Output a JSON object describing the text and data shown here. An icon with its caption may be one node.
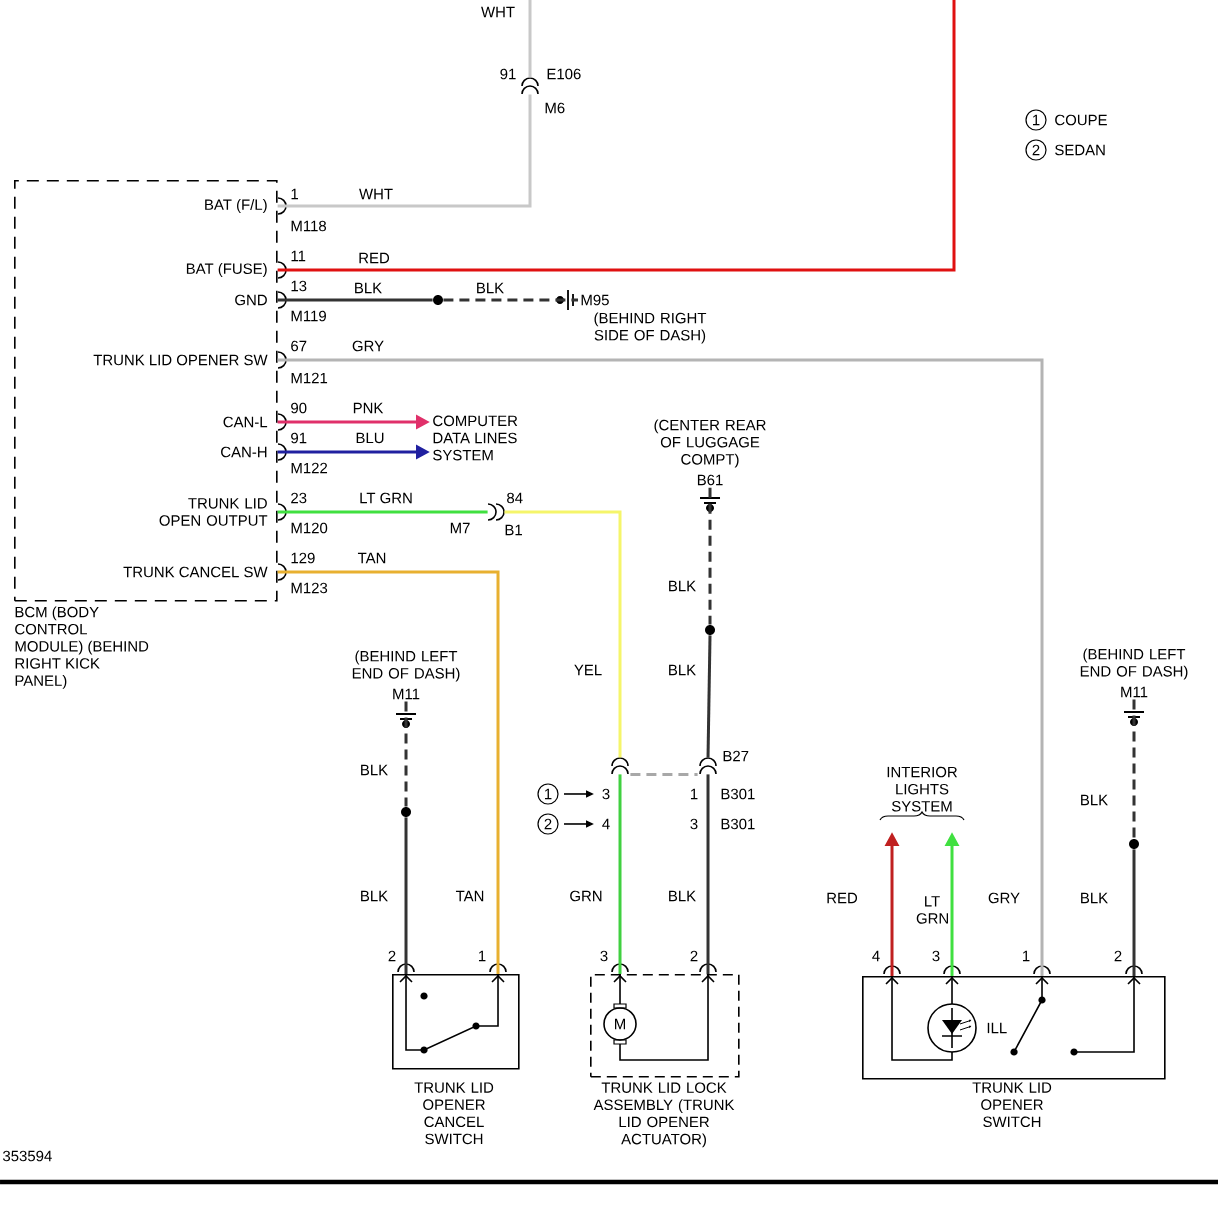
{
  "diagram": {
    "nodes": [
      {
        "text": [
          "BCM (BODY CONTROL MODULE) (BEHIND RIGHT KICK PANEL)",
          "BAT (F/L)",
          "BAT (FUSE)",
          "GND",
          "TRUNK LID OPENER SW",
          "CAN-L",
          "CAN-H",
          "TRUNK LID OPEN OUTPUT",
          "TRUNK CANCEL SW"
        ]
      },
      {
        "text": [
          "TRUNK LID OPENER CANCEL SWITCH"
        ]
      },
      {
        "text": [
          "TRUNK LID LOCK ASSEMBLY (TRUNK LID OPENER ACTUATOR)"
        ]
      },
      {
        "text": [
          "TRUNK LID OPENER SWITCH"
        ]
      },
      {
        "text": [
          "M95",
          "(BEHIND RIGHT SIDE OF DASH)"
        ]
      },
      {
        "text": [
          "(CENTER REAR OF LUGGAGE COMPT)",
          "B61"
        ]
      },
      {
        "text": [
          "(BEHIND LEFT END OF DASH)",
          "M11"
        ]
      },
      {
        "text": [
          "(BEHIND LEFT END OF DASH)",
          "M11"
        ]
      },
      {
        "text": [
          "COMPUTER DATA LINES SYSTEM"
        ]
      },
      {
        "text": [
          "INTERIOR LIGHTS SYSTEM"
        ]
      },
      {
        "text": [],
        "shape": "circle"
      },
      {
        "text": [],
        "shape": "circle"
      },
      {
        "text": [],
        "shape": "circle"
      },
      {
        "text": [],
        "shape": "circle"
      },
      {
        "text": [],
        "shape": "connector"
      },
      {
        "text": [],
        "shape": "connector"
      },
      {
        "text": [],
        "shape": "connector"
      },
      {
        "text": [],
        "shape": "connector"
      }
    ],
    "edges": [
      {
        "from": null,
        "to": 14,
        "arrow": "none",
        "label": "WHT",
        "color": "#c8c8c8"
      },
      {
        "from": 14,
        "to": 0,
        "arrow": "none",
        "label": "WHT",
        "color": "#c8c8c8"
      },
      {
        "from": 0,
        "to": null,
        "arrow": "none",
        "label": "RED",
        "color": "#e01010"
      },
      {
        "from": 0,
        "to": 10,
        "arrow": "none",
        "label": "BLK"
      },
      {
        "from": 10,
        "to": 4,
        "arrow": "none",
        "label": "BLK",
        "style": "dashed"
      },
      {
        "from": 0,
        "to": 3,
        "arrow": "none",
        "label": "GRY",
        "color": "#b4b4b4"
      },
      {
        "from": 0,
        "to": 8,
        "arrow": "to",
        "label": "PNK",
        "color": "#e0306a"
      },
      {
        "from": 0,
        "to": 8,
        "arrow": "to",
        "label": "BLU",
        "color": "#2020a0"
      },
      {
        "from": 0,
        "to": 15,
        "arrow": "none",
        "label": "LT GRN",
        "color": "#40e040"
      },
      {
        "from": 15,
        "to": 16,
        "arrow": "none",
        "label": "YEL",
        "color": "#f5f56a"
      },
      {
        "from": 16,
        "to": 2,
        "arrow": "none",
        "label": "GRN",
        "color": "#40d040"
      },
      {
        "from": 0,
        "to": 1,
        "arrow": "none",
        "label": "TAN",
        "color": "#e8b030"
      },
      {
        "from": 6,
        "to": 12,
        "arrow": "none",
        "label": "BLK",
        "style": "dashed"
      },
      {
        "from": 12,
        "to": 1,
        "arrow": "none",
        "label": "BLK"
      },
      {
        "from": 5,
        "to": 11,
        "arrow": "none",
        "label": "BLK",
        "style": "dashed"
      },
      {
        "from": 11,
        "to": 17,
        "arrow": "none",
        "label": "BLK"
      },
      {
        "from": 17,
        "to": 2,
        "arrow": "none",
        "label": "BLK"
      },
      {
        "from": 3,
        "to": 9,
        "arrow": "to",
        "label": "RED",
        "color": "#c02020"
      },
      {
        "from": 3,
        "to": 9,
        "arrow": "to",
        "label": "LT GRN",
        "color": "#40e040"
      },
      {
        "from": 7,
        "to": 13,
        "arrow": "none",
        "label": "BLK",
        "style": "dashed"
      },
      {
        "from": 13,
        "to": 3,
        "arrow": "none",
        "label": "BLK"
      },
      {
        "from": 16,
        "to": 17,
        "arrow": "none",
        "style": "dashed",
        "color": "#a8a8a8"
      }
    ],
    "labels": [
      "91",
      "E106",
      "M6",
      "1",
      "M118",
      "11",
      "13",
      "M119",
      "67",
      "M121",
      "90",
      "91",
      "M122",
      "23",
      "M120",
      "84",
      "M7",
      "B1",
      "129",
      "M123",
      "B27",
      "1",
      "3",
      "1",
      "B301",
      "2",
      "4",
      "3",
      "B301",
      "TAN",
      "GRY",
      "2",
      "1",
      "3",
      "2",
      "4",
      "3",
      "1",
      "2",
      "M",
      "ILL",
      "1",
      "2",
      "353594"
    ],
    "legend": [
      {
        "text": "COUPE"
      },
      {
        "text": "SEDAN"
      }
    ]
  }
}
